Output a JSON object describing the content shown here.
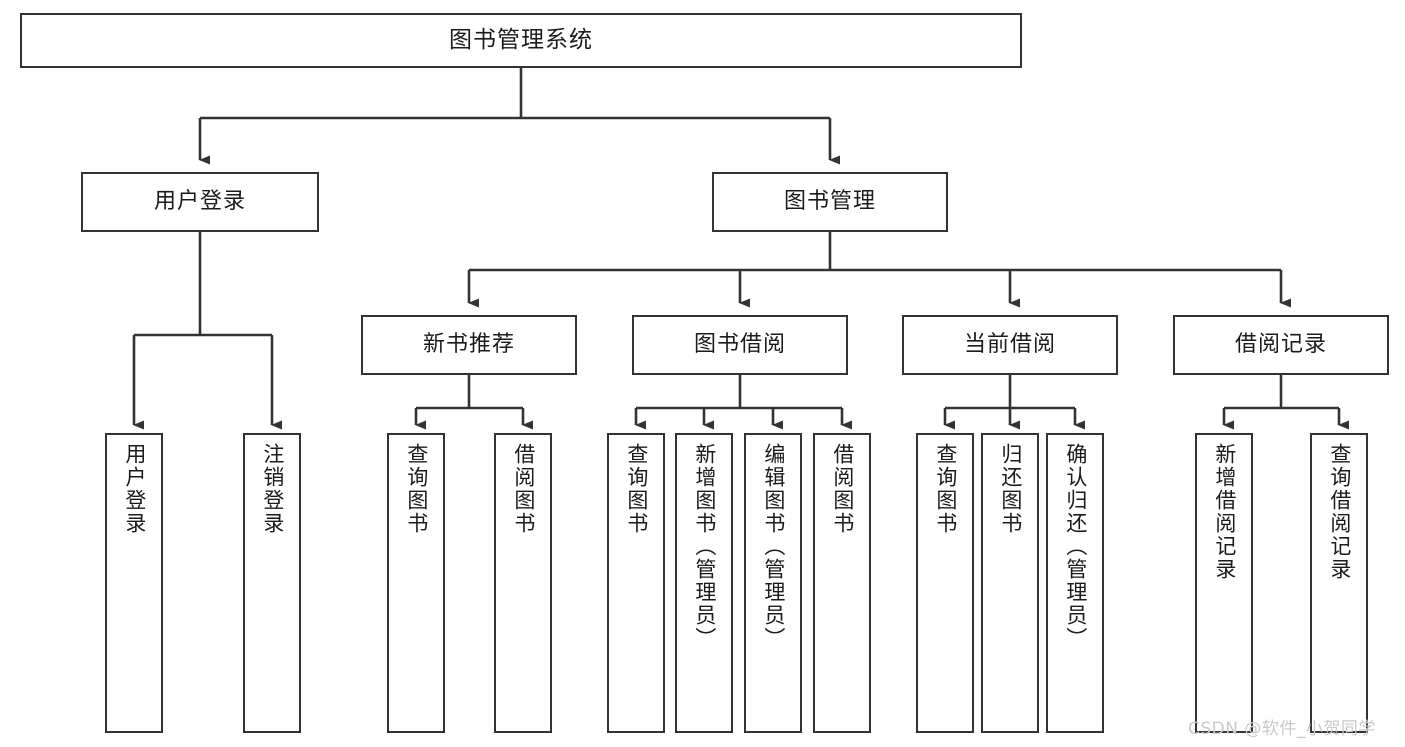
{
  "title": "图书管理系统",
  "watermark": "CSDN @软件_小贺同学",
  "nodes": {
    "root": {
      "label": "图书管理系统"
    },
    "level2": [
      {
        "id": "user-login",
        "label": "用户登录"
      },
      {
        "id": "book-management",
        "label": "图书管理"
      }
    ],
    "level3": [
      {
        "id": "new-book-recommend",
        "label": "新书推荐"
      },
      {
        "id": "book-borrow",
        "label": "图书借阅"
      },
      {
        "id": "current-borrow",
        "label": "当前借阅"
      },
      {
        "id": "borrow-record",
        "label": "借阅记录"
      }
    ],
    "leaves": {
      "user_login": [
        {
          "id": "leaf-user-login",
          "label": "用户登录"
        },
        {
          "id": "leaf-logout-login",
          "label": "注销登录"
        }
      ],
      "new_book_recommend": [
        {
          "id": "leaf-query-book-1",
          "label": "查询图书"
        },
        {
          "id": "leaf-borrow-book-1",
          "label": "借阅图书"
        }
      ],
      "book_borrow": [
        {
          "id": "leaf-query-book-2",
          "label": "查询图书"
        },
        {
          "id": "leaf-add-book",
          "label": "新增图书（管理员）"
        },
        {
          "id": "leaf-edit-book",
          "label": "编辑图书（管理员）"
        },
        {
          "id": "leaf-borrow-book-2",
          "label": "借阅图书"
        }
      ],
      "current_borrow": [
        {
          "id": "leaf-query-book-3",
          "label": "查询图书"
        },
        {
          "id": "leaf-return-book",
          "label": "归还图书"
        },
        {
          "id": "leaf-confirm-return",
          "label": "确认归还（管理员）"
        }
      ],
      "borrow_record": [
        {
          "id": "leaf-add-record",
          "label": "新增借阅记录"
        },
        {
          "id": "leaf-query-record",
          "label": "查询借阅记录"
        }
      ]
    }
  },
  "colors": {
    "stroke": "#333333",
    "box_fill": "#ffffff",
    "text": "#1b1b1b",
    "watermark": "#c9c9c9"
  }
}
